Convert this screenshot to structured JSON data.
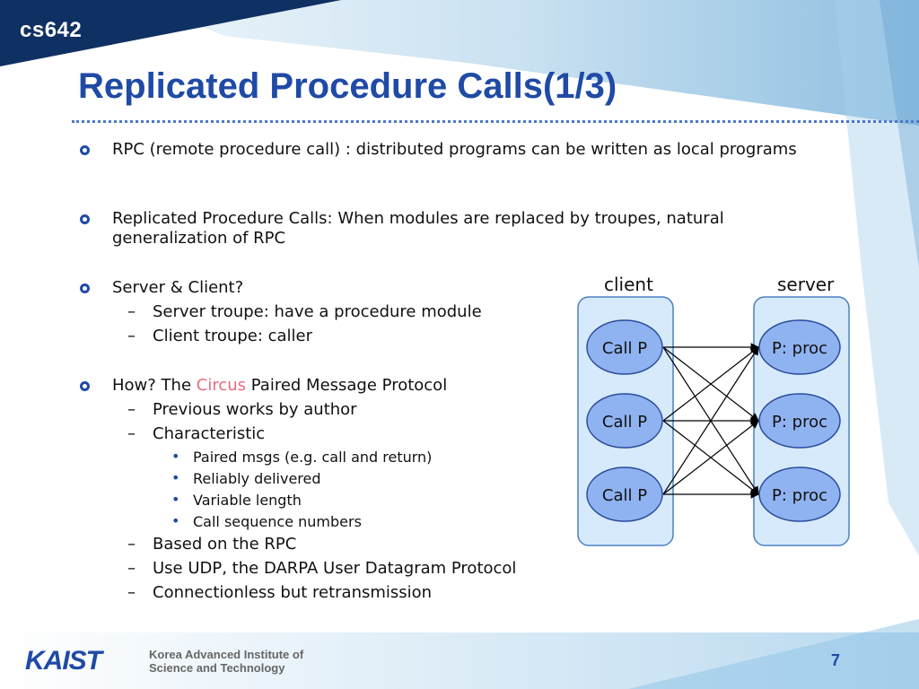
{
  "header": {
    "course": "cs642",
    "title": "Replicated Procedure Calls(1/3)"
  },
  "bullets": {
    "rpc": "RPC (remote procedure call) : distributed programs can be written as local programs",
    "replicated": "Replicated Procedure Calls: When modules are replaced by troupes, natural generalization of RPC",
    "server_client": "Server & Client?",
    "server_client_sub": [
      "Server troupe: have a procedure module",
      "Client troupe: caller"
    ],
    "how_prefix": "How? The ",
    "how_highlight": "Circus",
    "how_suffix": " Paired Message Protocol",
    "how_sub": [
      "Previous works by author",
      "Characteristic"
    ],
    "characteristic_sub": [
      "Paired msgs (e.g. call and return)",
      "Reliably delivered",
      "Variable length",
      "Call sequence numbers"
    ],
    "how_sub_rest": [
      "Based on the RPC",
      "Use UDP, the DARPA User Datagram Protocol",
      "Connectionless but retransmission"
    ]
  },
  "diagram": {
    "client_label": "client",
    "server_label": "server",
    "client_nodes": [
      "Call P",
      "Call P",
      "Call P"
    ],
    "server_nodes": [
      "P: proc",
      "P: proc",
      "P: proc"
    ]
  },
  "footer": {
    "logo": "KAIST",
    "institute_line1": "Korea Advanced Institute of",
    "institute_line2": "Science and Technology",
    "page_number": "7"
  },
  "colors": {
    "title": "#1f4aa6",
    "highlight": "#e96b7d",
    "node_fill": "#8fb2f0",
    "group_fill": "#d6eafb"
  },
  "icons": {
    "level1_bullet": "ring-bullet-icon",
    "level2_bullet": "dash-bullet-icon",
    "level3_bullet": "dot-bullet-icon"
  }
}
